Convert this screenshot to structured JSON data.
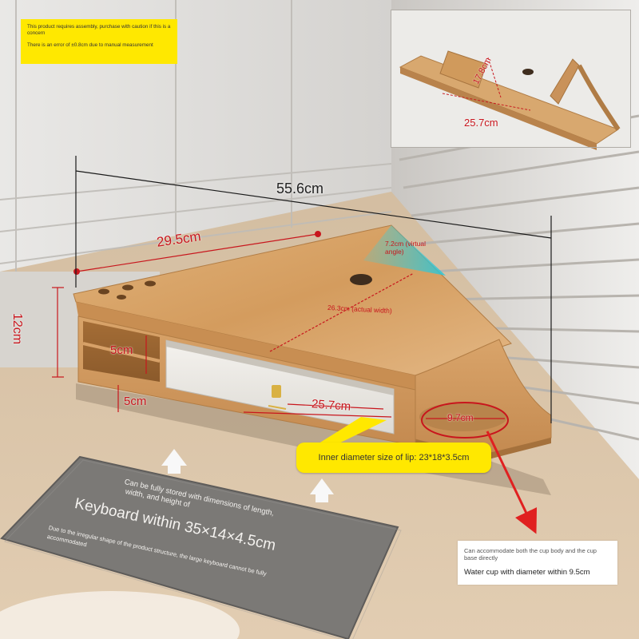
{
  "assembly_note": {
    "line1": "This product requires assembly, purchase with caution if this is a concern",
    "line2": "There is an error of ±0.8cm due to manual measurement"
  },
  "dimensions": {
    "total_width": "55.6cm",
    "side_length": "29.5cm",
    "height": "12cm",
    "shelf_gap": "5cm",
    "base_gap": "5cm",
    "drawer_width": "25.7cm",
    "inset_width": "25.7cm",
    "inset_height": "17.8cm",
    "cup_diameter": "9.7cm",
    "virtual_angle": "7.2cm (virtual angle)",
    "actual_width": "26.3cm (actual width)"
  },
  "drawer_callout": "Inner diameter size of lip: 23*18*3.5cm",
  "cup_note": {
    "small": "Can accommodate both the cup body and the cup base directly",
    "main": "Water cup with diameter within 9.5cm"
  },
  "keyboard_mat": {
    "line1": "Can be fully stored with dimensions of length,",
    "line2": "width, and height of",
    "headline": "Keyboard within 35×14×4.5cm",
    "footnote1": "Due to the irregular shape of the product structure, the large keyboard cannot be fully",
    "footnote2": "accommodated"
  },
  "colors": {
    "highlight": "#ffe800",
    "dimension_red": "#c8161d",
    "wood": "#d6a467"
  }
}
